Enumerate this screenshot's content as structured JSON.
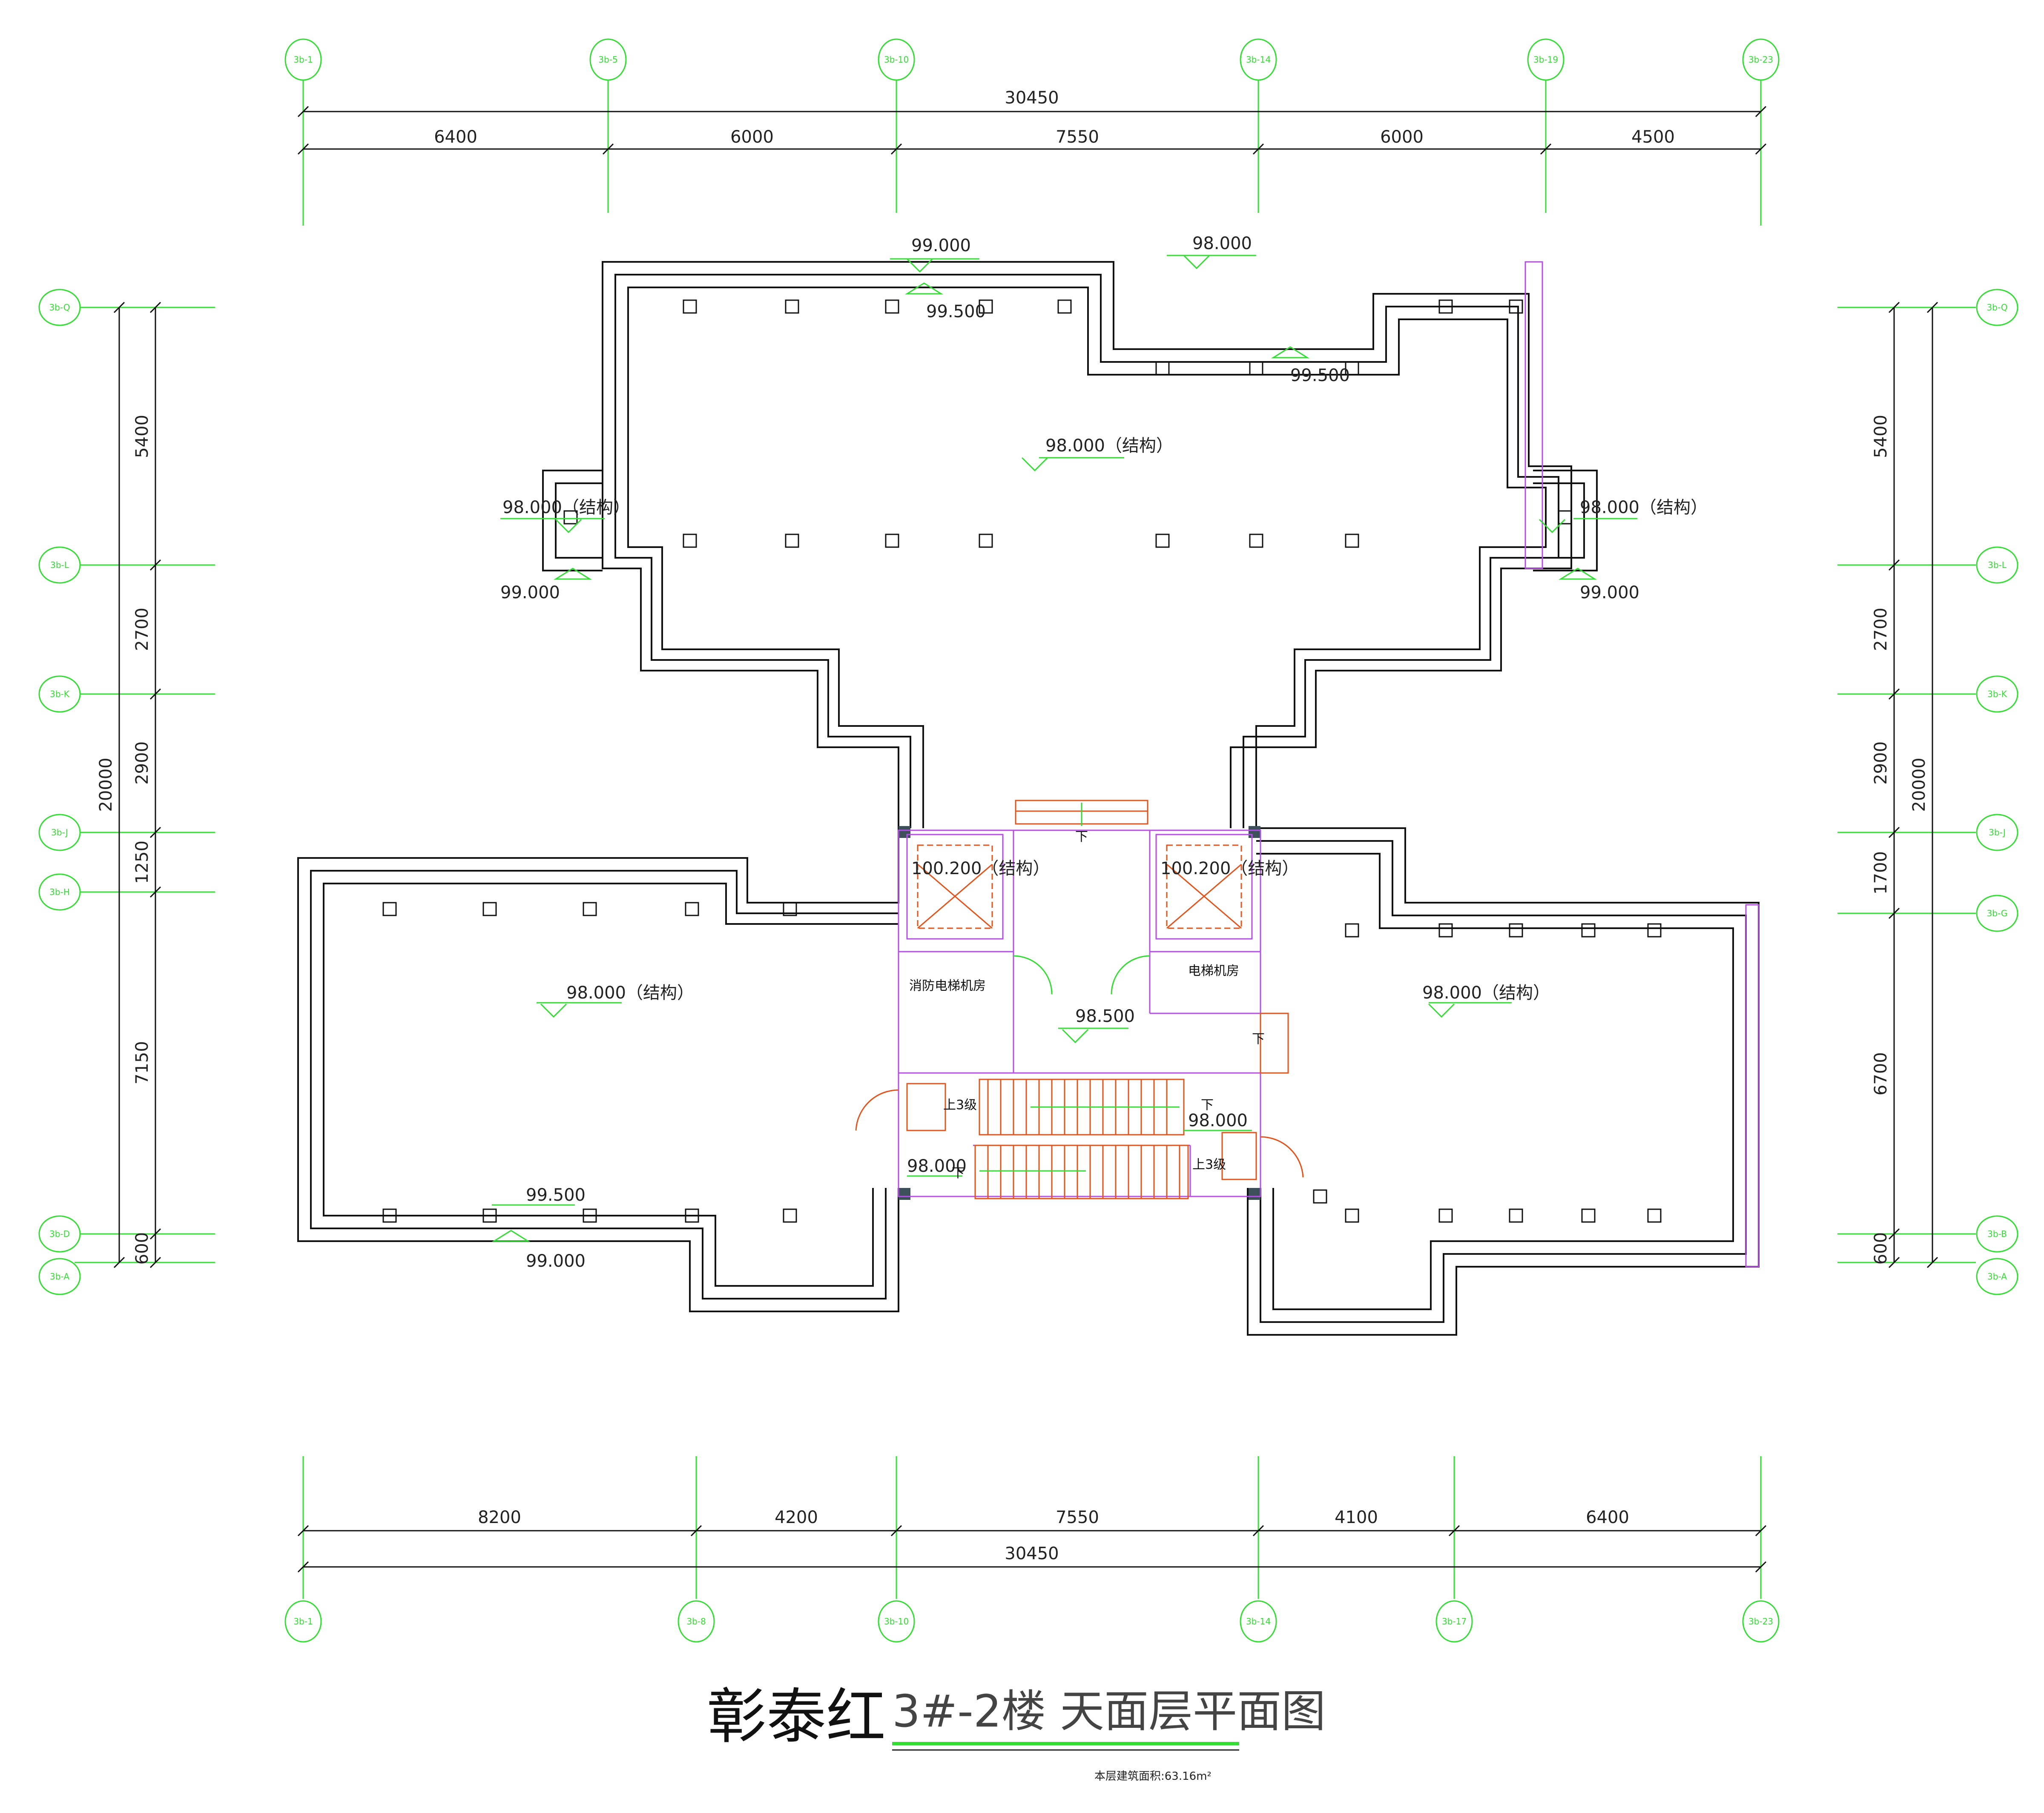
{
  "title": {
    "main": "彰泰红",
    "sub": "3#-2楼 天面层平面图",
    "area_note": "本层建筑面积:63.16m²",
    "underline_color": "#33dd33"
  },
  "colors": {
    "grid": "#33dd33",
    "walls": "#111111",
    "partition": "#b64ee8",
    "stairs": "#e2541b"
  },
  "axes": {
    "top": [
      "3b-1",
      "3b-5",
      "3b-10",
      "3b-14",
      "3b-19",
      "3b-23"
    ],
    "bottom": [
      "3b-1",
      "3b-8",
      "3b-10",
      "3b-14",
      "3b-17",
      "3b-23"
    ],
    "left": [
      "3b-Q",
      "3b-L",
      "3b-K",
      "3b-J",
      "3b-H",
      "3b-D",
      "3b-A"
    ],
    "right": [
      "3b-Q",
      "3b-L",
      "3b-K",
      "3b-J",
      "3b-G",
      "3b-B",
      "3b-A"
    ]
  },
  "dimensions": {
    "top_total": "30450",
    "top_segments": [
      "6400",
      "6000",
      "7550",
      "6000",
      "4500"
    ],
    "bottom_total": "30450",
    "bottom_segments": [
      "8200",
      "4200",
      "7550",
      "4100",
      "6400"
    ],
    "left_total": "20000",
    "left_segments": [
      "5400",
      "2700",
      "2900",
      "1250",
      "7150",
      "600"
    ],
    "right_total": "20000",
    "right_segments": [
      "5400",
      "2700",
      "2900",
      "1700",
      "6700",
      "600"
    ]
  },
  "levels": {
    "top_parapet": "99.000",
    "top_parapet_inner": "99.500",
    "top_roof": "98.000",
    "notch_parapet": "99.500",
    "upper_roof": "98.000（结构）",
    "left_bay": "98.000（结构）",
    "left_bay_parapet": "99.000",
    "right_bay": "98.000（结构）",
    "right_bay_parapet": "99.000",
    "left_machine": "100.200（结构）",
    "right_machine": "100.200（结构）",
    "corridor": "98.500",
    "lower_left_roof": "98.000（结构）",
    "lower_right_roof": "98.000（结构）",
    "lower_left_parapet_inner": "99.500",
    "lower_left_parapet": "99.000",
    "stair_right": "98.000",
    "stair_left": "98.000"
  },
  "rooms": {
    "fire_elevator_room": "消防电梯机房",
    "elevator_room": "电梯机房"
  },
  "stair_notes": {
    "down": "下",
    "up_three_steps": "上3级"
  }
}
